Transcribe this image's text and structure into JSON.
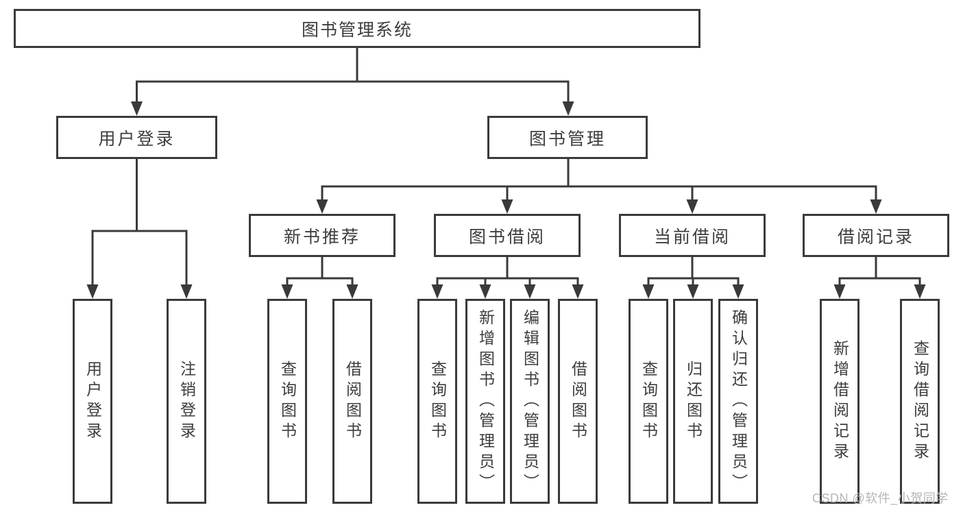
{
  "diagram_title": "图书管理系统",
  "nodes": {
    "root": "图书管理系统",
    "user_login": "用户登录",
    "book_mgmt": "图书管理",
    "new_books": "新书推荐",
    "book_borrow": "图书借阅",
    "current_borrow": "当前借阅",
    "borrow_records": "借阅记录",
    "leaves": {
      "user_login": [
        "用户登录",
        "注销登录"
      ],
      "new_books": [
        "查询图书",
        "借阅图书"
      ],
      "book_borrow": [
        "查询图书",
        "新增图书（管理员）",
        "编辑图书（管理员）",
        "借阅图书"
      ],
      "current_borrow": [
        "查询图书",
        "归还图书",
        "确认归还（管理员）"
      ],
      "borrow_records": [
        "新增借阅记录",
        "查询借阅记录"
      ]
    }
  },
  "watermark": "CSDN @软件_小贺同学",
  "colors": {
    "line": "#3a3a3a",
    "text": "#3d3d3d",
    "watermark": "#b6b6b6",
    "background": "#ffffff"
  }
}
